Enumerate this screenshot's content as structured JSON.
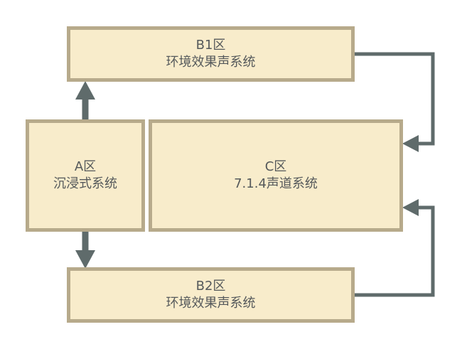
{
  "colors": {
    "box_fill": "#f8eccb",
    "box_border": "#b7aa8b",
    "connector": "#5f6b6b",
    "text": "#55595b"
  },
  "zones": {
    "b1": {
      "title": "B1区",
      "subtitle": "环境效果声系统"
    },
    "a": {
      "title": "A区",
      "subtitle": "沉浸式系统"
    },
    "c": {
      "title": "C区",
      "subtitle": "7.1.4声道系统"
    },
    "b2": {
      "title": "B2区",
      "subtitle": "环境效果声系统"
    }
  }
}
